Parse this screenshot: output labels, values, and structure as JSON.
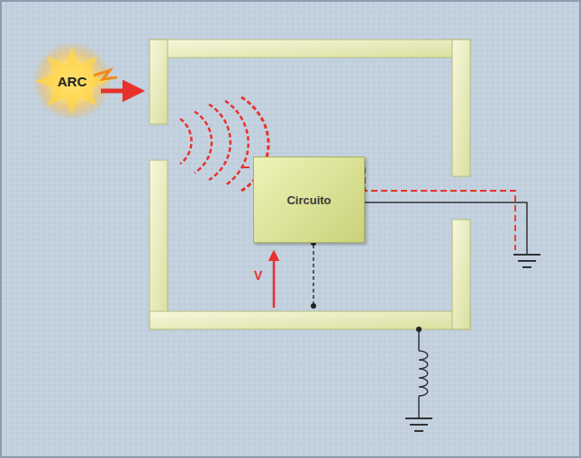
{
  "diagram": {
    "nodes": [
      {
        "text": [
          "ARC"
        ]
      },
      {
        "text": [
          "Circuito"
        ]
      }
    ],
    "labels": [
      "V"
    ]
  }
}
